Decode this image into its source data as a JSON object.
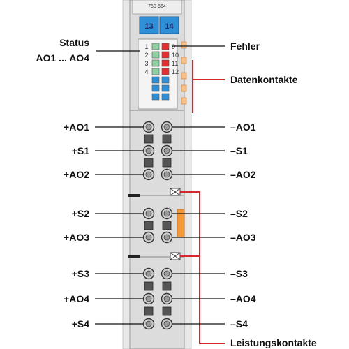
{
  "module": {
    "part_number": "750-564",
    "terminal_left": "13",
    "terminal_right": "14"
  },
  "led_numbers_left": [
    "1",
    "2",
    "3",
    "4"
  ],
  "led_numbers_right": [
    "9",
    "10",
    "11",
    "12"
  ],
  "labels": {
    "status_line1": "Status",
    "status_line2": "AO1 ... AO4",
    "fehler": "Fehler",
    "datenkontakte": "Datenkontakte",
    "leistungskontakte": "Leistungskontakte"
  },
  "left_signals": [
    "+AO1",
    "+S1",
    "+AO2",
    "+S2",
    "+AO3",
    "+S3",
    "+AO4",
    "+S4"
  ],
  "right_signals": [
    "–AO1",
    "–S1",
    "–AO2",
    "–S2",
    "–AO3",
    "–S3",
    "–AO4",
    "–S4"
  ],
  "colors": {
    "accent_red": "#d9262a",
    "terminal_blue": "#2f8fd6",
    "led_green": "#8fd0a0",
    "led_red": "#e0302f",
    "led_blue": "#2f8fd6",
    "power_contact_orange": "#f39a3c"
  }
}
